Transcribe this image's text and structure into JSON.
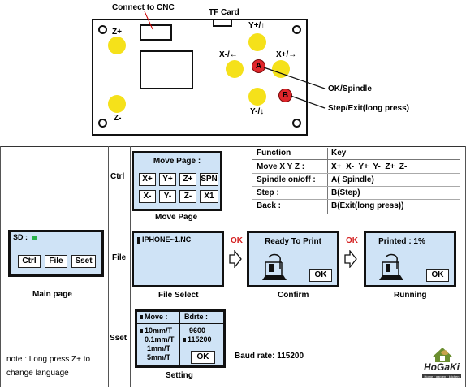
{
  "board": {
    "connect_label": "Connect to CNC",
    "tf_label": "TF Card",
    "z_plus": "Z+",
    "z_minus": "Z-",
    "y_plus": "Y+/↑",
    "y_minus": "Y-/↓",
    "x_minus": "X-/←",
    "x_plus": "X+/→",
    "btn_a": "A",
    "btn_b": "B",
    "ok_spindle": "OK/Spindle",
    "step_exit": "Step/Exit(long press)"
  },
  "rows": {
    "ctrl": "Ctrl",
    "file": "File",
    "sset": "Sset"
  },
  "main_page": {
    "sd_label": "SD :",
    "buttons": [
      "Ctrl",
      "File",
      "Sset"
    ],
    "caption": "Main page"
  },
  "move_page": {
    "title": "Move Page :",
    "keys_row1": [
      "X+",
      "Y+",
      "Z+",
      "SPN"
    ],
    "keys_row2": [
      "X-",
      "Y-",
      "Z-",
      "X1"
    ],
    "caption": "Move Page"
  },
  "function_table": {
    "headers": [
      "Function",
      "Key"
    ],
    "rows": [
      [
        "Move X Y Z :",
        "X+  X-  Y+  Y-  Z+  Z-"
      ],
      [
        "Spindle on/off :",
        "A( Spindle)"
      ],
      [
        "Step :",
        "B(Step)"
      ],
      [
        "Back :",
        "B(Exit(long press))"
      ]
    ]
  },
  "file_row": {
    "file_name": "IPHONE~1.NC",
    "file_caption": "File Select",
    "ok_label_1": "OK",
    "ok_label_2": "OK",
    "confirm_title": "Ready To Print",
    "confirm_ok": "OK",
    "confirm_caption": "Confirm",
    "running_title": "Printed : 1%",
    "running_ok": "OK",
    "running_caption": "Running"
  },
  "setting": {
    "move_header": "Move :",
    "bdrate_header": "Bdrte :",
    "move_options": [
      "10mm/T",
      "0.1mm/T",
      "1mm/T",
      "5mm/T"
    ],
    "baud_options": [
      "9600",
      "115200"
    ],
    "ok": "OK",
    "caption": "Setting",
    "baud_note": "Baud rate: 115200"
  },
  "note": {
    "line1": "note : Long press Z+ to",
    "line2": "change language"
  },
  "logo": {
    "brand": "HoGaKi",
    "tagline": "Home · garden · kitchen"
  },
  "colors": {
    "lcd_background": "#cfe3f6",
    "button_yellow": "#f5e11a",
    "button_red": "#e0262b",
    "ok_red": "#d42020",
    "sd_indicator": "#2bb24c"
  }
}
